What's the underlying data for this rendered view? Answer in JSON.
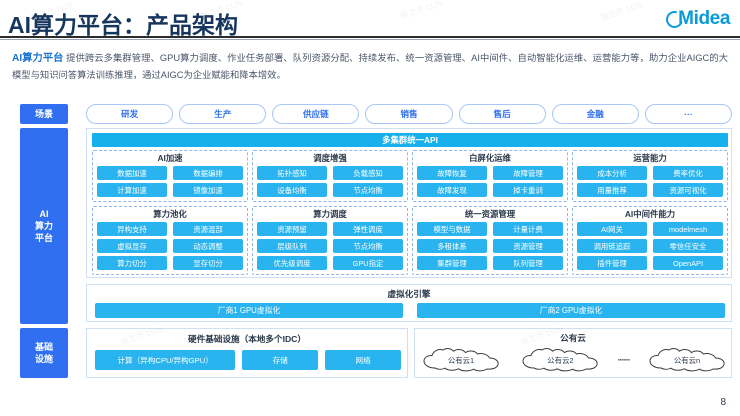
{
  "header": {
    "title": "AI算力平台：产品架构",
    "logo_text": "Midea",
    "logo_icon": "midea-circle-icon"
  },
  "description": {
    "lead": "AI算力平台",
    "body": "提供跨云多集群管理、GPU算力调度、作业任务部署、队列资源分配、持续发布、统一资源管理、AI中间件、自动智能化运维、运营能力等，助力企业AIGC的大模型与知识问答算法训练推理，通过AIGC为企业赋能和降本增效。"
  },
  "rails": {
    "scene": "场景",
    "platform": "AI\n算力\n平台",
    "platform_lines": [
      "AI",
      "算力",
      "平台"
    ],
    "infra_lines": [
      "基础",
      "设施"
    ]
  },
  "scene_row": {
    "items": [
      "研发",
      "生产",
      "供应链",
      "销售",
      "售后",
      "金融",
      "···"
    ]
  },
  "platform": {
    "api_bar": "多集群统一API",
    "capabilities": [
      {
        "title": "AI加速",
        "chips": [
          "数据加速",
          "数据编排",
          "计算加速",
          "镜像加速"
        ]
      },
      {
        "title": "调度增强",
        "chips": [
          "拓扑感知",
          "负载感知",
          "设备均衡",
          "节点均衡"
        ]
      },
      {
        "title": "白屏化运维",
        "chips": [
          "故障恢复",
          "故障管理",
          "故障发现",
          "掉卡重训"
        ]
      },
      {
        "title": "运营能力",
        "chips": [
          "成本分析",
          "费率优化",
          "用量推荐",
          "资源可视化"
        ]
      },
      {
        "title": "算力池化",
        "chips": [
          "异构支持",
          "资源混部",
          "虚拟显存",
          "动态调整",
          "算力切分",
          "显存切分"
        ]
      },
      {
        "title": "算力调度",
        "chips": [
          "资源预留",
          "弹性调度",
          "层级队列",
          "节点均衡",
          "优先级调度",
          "GPU指定"
        ]
      },
      {
        "title": "统一资源管理",
        "chips": [
          "模型与数据",
          "计量计费",
          "多租体系",
          "资源管理",
          "集群管理",
          "队列管理"
        ]
      },
      {
        "title": "AI中间件能力",
        "chips": [
          "AI网关",
          "modelmesh",
          "调用链追踪",
          "零信任安全",
          "插件管理",
          "OpenAPI"
        ]
      }
    ]
  },
  "virtualization": {
    "title": "虚拟化引擎",
    "items": [
      "厂商1 GPU虚拟化",
      "厂商2 GPU虚拟化"
    ]
  },
  "infrastructure": {
    "title": "硬件基础设施（本地多个IDC）",
    "items": [
      "计算（异构CPU/异构GPU）",
      "存储",
      "网络"
    ]
  },
  "public_cloud": {
    "title": "公有云",
    "clouds": [
      "公有云1",
      "公有云2",
      "公有云n"
    ],
    "separator": "······"
  },
  "footer": {
    "page_number": "8"
  },
  "colors": {
    "title_blue": "#17365d",
    "rail_blue": "#2f6ff0",
    "chip_blue": "#2ab4ef",
    "api_blue": "#17b0ec",
    "brand_blue": "#0a9bdb",
    "pill_border": "#a9c8f5"
  }
}
